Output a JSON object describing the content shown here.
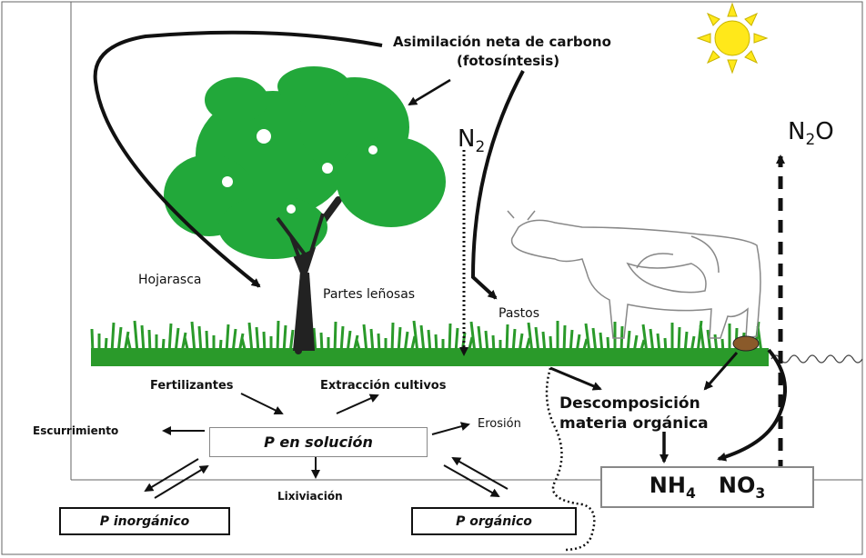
{
  "labels": {
    "asimilacion_line1": "Asimilación neta de carbono",
    "asimilacion_line2": "(fotosíntesis)",
    "n2_main": "N",
    "n2_sub": "2",
    "n2o_main": "N",
    "n2o_sub": "2",
    "n2o_tail": "O",
    "hojarasca": "Hojarasca",
    "partes_lenosas": "Partes leñosas",
    "pastos": "Pastos",
    "fertilizantes": "Fertilizantes",
    "extraccion": "Extracción cultivos",
    "descomposicion_line1": "Descomposición",
    "descomposicion_line2": "materia orgánica",
    "escurrimiento": "Escurrimiento",
    "erosion": "Erosión",
    "lixiviacion": "Lixiviación"
  },
  "boxes": {
    "p_solucion": "P en solución",
    "p_inorganico": "P inorgánico",
    "p_organico": "P orgánico",
    "nh4_main": "NH",
    "nh4_sub": "4",
    "no3_main": "NO",
    "no3_sub": "3"
  },
  "colors": {
    "tree_foliage": "#22a83a",
    "grass": "#2a9a2a",
    "sun": "#ffe81a",
    "sun_outline": "#c8b400",
    "ink": "#111111"
  },
  "icons": [
    "sun-icon",
    "tree-icon",
    "cow-icon",
    "grass-icon",
    "soil-organism-icon"
  ]
}
